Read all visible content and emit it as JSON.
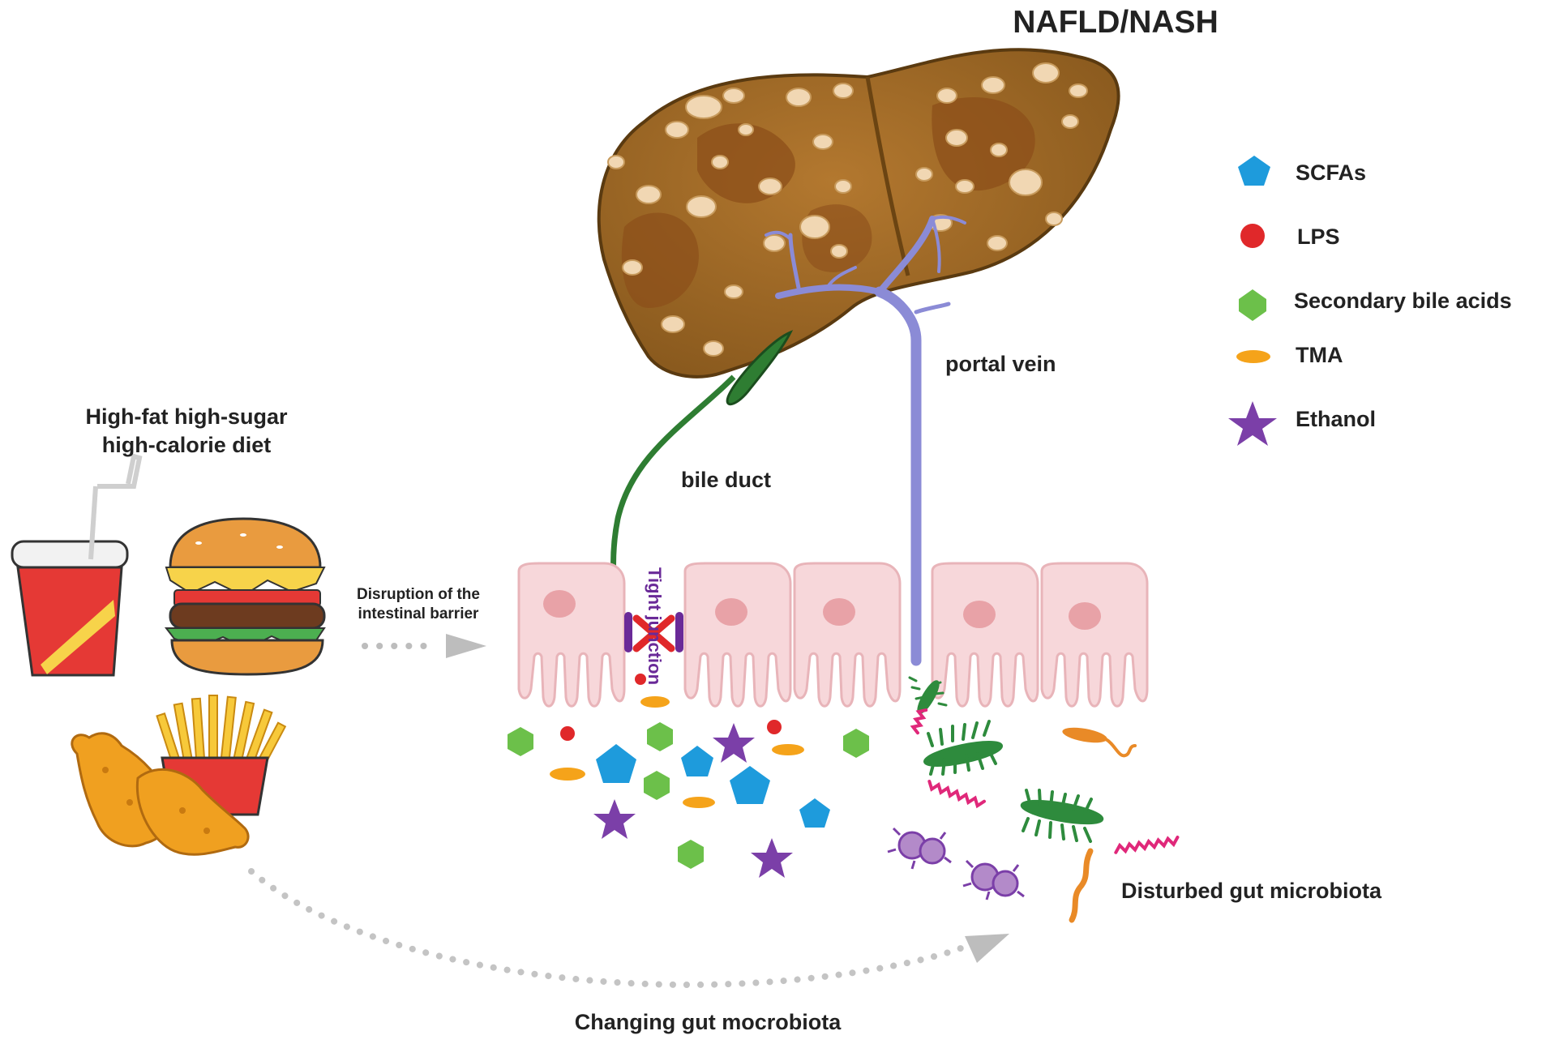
{
  "title": "NAFLD/NASH",
  "diet": {
    "line1": "High-fat  high-sugar",
    "line2": "high-calorie diet"
  },
  "barrier": {
    "line1": "Disruption of the",
    "line2": "intestinal barrier",
    "tight_junction": "Tight junction"
  },
  "labels": {
    "bile_duct": "bile duct",
    "portal_vein": "portal vein",
    "disturbed": "Disturbed gut microbiota",
    "changing": "Changing gut mocrobiota"
  },
  "legend": [
    {
      "label": "SCFAs",
      "shape": "pentagon",
      "color": "#1e9bdc"
    },
    {
      "label": "LPS",
      "shape": "circle",
      "color": "#e0282a"
    },
    {
      "label": "Secondary bile acids",
      "shape": "hexagon",
      "color": "#6cc04a"
    },
    {
      "label": "TMA",
      "shape": "ellipse",
      "color": "#f5a31a"
    },
    {
      "label": "Ethanol",
      "shape": "star",
      "color": "#7b3fa8"
    }
  ]
}
